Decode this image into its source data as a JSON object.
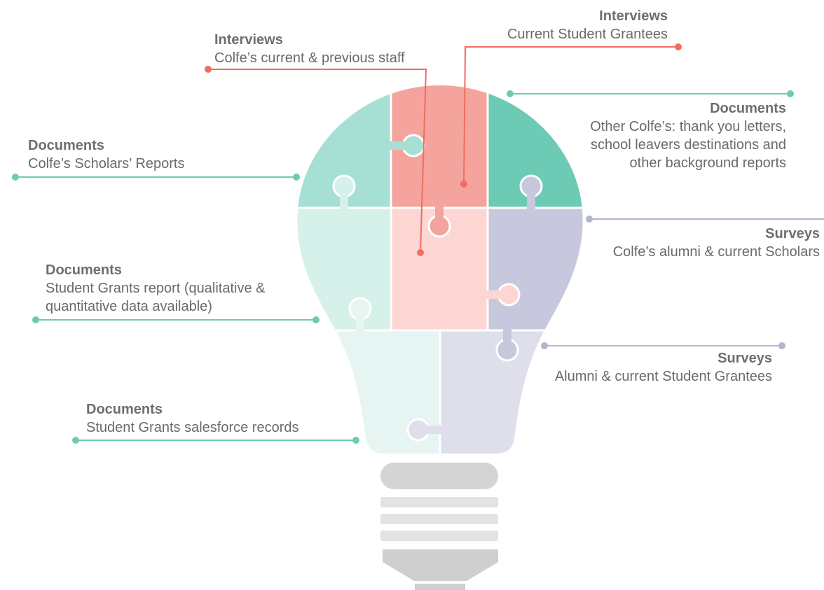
{
  "colors": {
    "teal": "#6ccab5",
    "teal_light": "#a6dfd3",
    "teal_pale": "#d6f0ea",
    "teal_palest": "#e6f5f1",
    "salmon": "#f4a49c",
    "salmon_light": "#fdd6d3",
    "coral": "#ef6d62",
    "lavender": "#c7c7dd",
    "lavender_light": "#dfdfec",
    "gray_text": "#6a6a6a",
    "bulb_base": "#d4d4d4"
  },
  "callouts": [
    {
      "title": "Interviews",
      "desc": "Colfe’s current & previous staff"
    },
    {
      "title": "Interviews",
      "desc": "Current Student Grantees"
    },
    {
      "title": "Documents",
      "desc": "Colfe’s Scholars’ Reports"
    },
    {
      "title": "Documents",
      "desc": "Other Colfe’s: thank you letters,",
      "desc2": "school leavers destinations and",
      "desc3": "other background reports"
    },
    {
      "title": "Surveys",
      "desc": "Colfe’s alumni & current Scholars"
    },
    {
      "title": "Documents",
      "desc": "Student Grants report (qualitative &",
      "desc2": "quantitative data available)"
    },
    {
      "title": "Surveys",
      "desc": "Alumni & current Student Grantees"
    },
    {
      "title": "Documents",
      "desc": "Student Grants salesforce records"
    }
  ]
}
